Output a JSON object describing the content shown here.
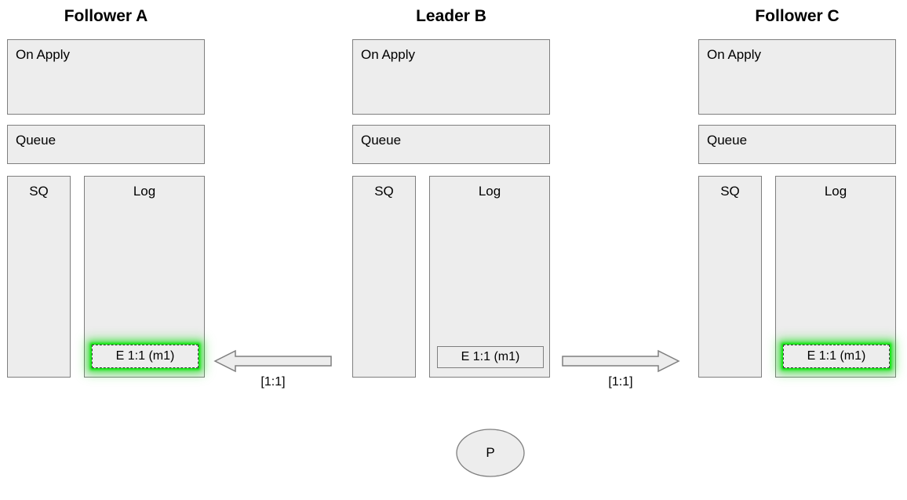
{
  "diagram": {
    "background": "#ffffff",
    "box_fill": "#ededed",
    "box_stroke": "#7f7f7f",
    "highlight_color": "#00e100"
  },
  "nodes": [
    {
      "title": "Follower A",
      "on_apply_label": "On Apply",
      "queue_label": "Queue",
      "sq_label": "SQ",
      "log_label": "Log",
      "entry": {
        "text": "E 1:1 (m1)",
        "highlighted": true
      }
    },
    {
      "title": "Leader B",
      "on_apply_label": "On Apply",
      "queue_label": "Queue",
      "sq_label": "SQ",
      "log_label": "Log",
      "entry": {
        "text": "E 1:1 (m1)",
        "highlighted": false
      }
    },
    {
      "title": "Follower C",
      "on_apply_label": "On Apply",
      "queue_label": "Queue",
      "sq_label": "SQ",
      "log_label": "Log",
      "entry": {
        "text": "E 1:1 (m1)",
        "highlighted": true
      }
    }
  ],
  "arrows": [
    {
      "direction": "left",
      "label": "[1:1]"
    },
    {
      "direction": "right",
      "label": "[1:1]"
    }
  ],
  "client": {
    "label": "P"
  }
}
